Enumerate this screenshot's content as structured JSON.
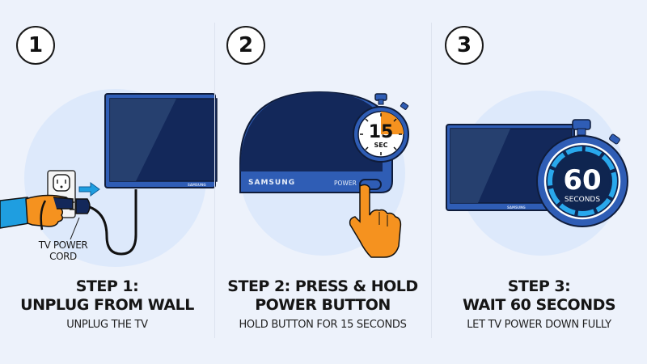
{
  "colors": {
    "background": "#edf2fb",
    "halo": "#dde9fb",
    "tv_frame": "#2f5db5",
    "tv_screen": "#13285a",
    "tv_screen_glare": "#2c4674",
    "hand": "#f5921f",
    "sleeve": "#1f9ee0",
    "timer_orange": "#f5921f",
    "timer_blue": "#2f5db5",
    "ring_cyan": "#29a8ec"
  },
  "steps": [
    {
      "number": "1",
      "title_line1": "STEP 1:",
      "title_line2": "UNPLUG FROM WALL",
      "subtitle": "UNPLUG THE TV",
      "illustration": {
        "icons": [
          "wall-outlet-icon",
          "hand-icon",
          "arrow-right-icon",
          "tv-icon",
          "power-cord-icon"
        ],
        "cord_label_line1": "TV POWER",
        "cord_label_line2": "CORD",
        "tv_brand": "SAMSUNG"
      }
    },
    {
      "number": "2",
      "title_line1": "STEP 2: PRESS & HOLD",
      "title_line2": "POWER BUTTON",
      "subtitle": "HOLD BUTTON FOR 15 SECONDS",
      "illustration": {
        "icons": [
          "tv-icon",
          "stopwatch-icon",
          "pointing-hand-icon"
        ],
        "tv_brand": "SAMSUNG",
        "button_label": "POWER",
        "timer_value": "15",
        "timer_unit": "SEC"
      }
    },
    {
      "number": "3",
      "title_line1": "STEP 3:",
      "title_line2": "WAIT 60 SECONDS",
      "subtitle": "LET TV POWER DOWN FULLY",
      "illustration": {
        "icons": [
          "tv-icon",
          "stopwatch-icon"
        ],
        "tv_brand": "SAMSUNG",
        "timer_value": "60",
        "timer_unit": "SECONDS"
      }
    }
  ]
}
